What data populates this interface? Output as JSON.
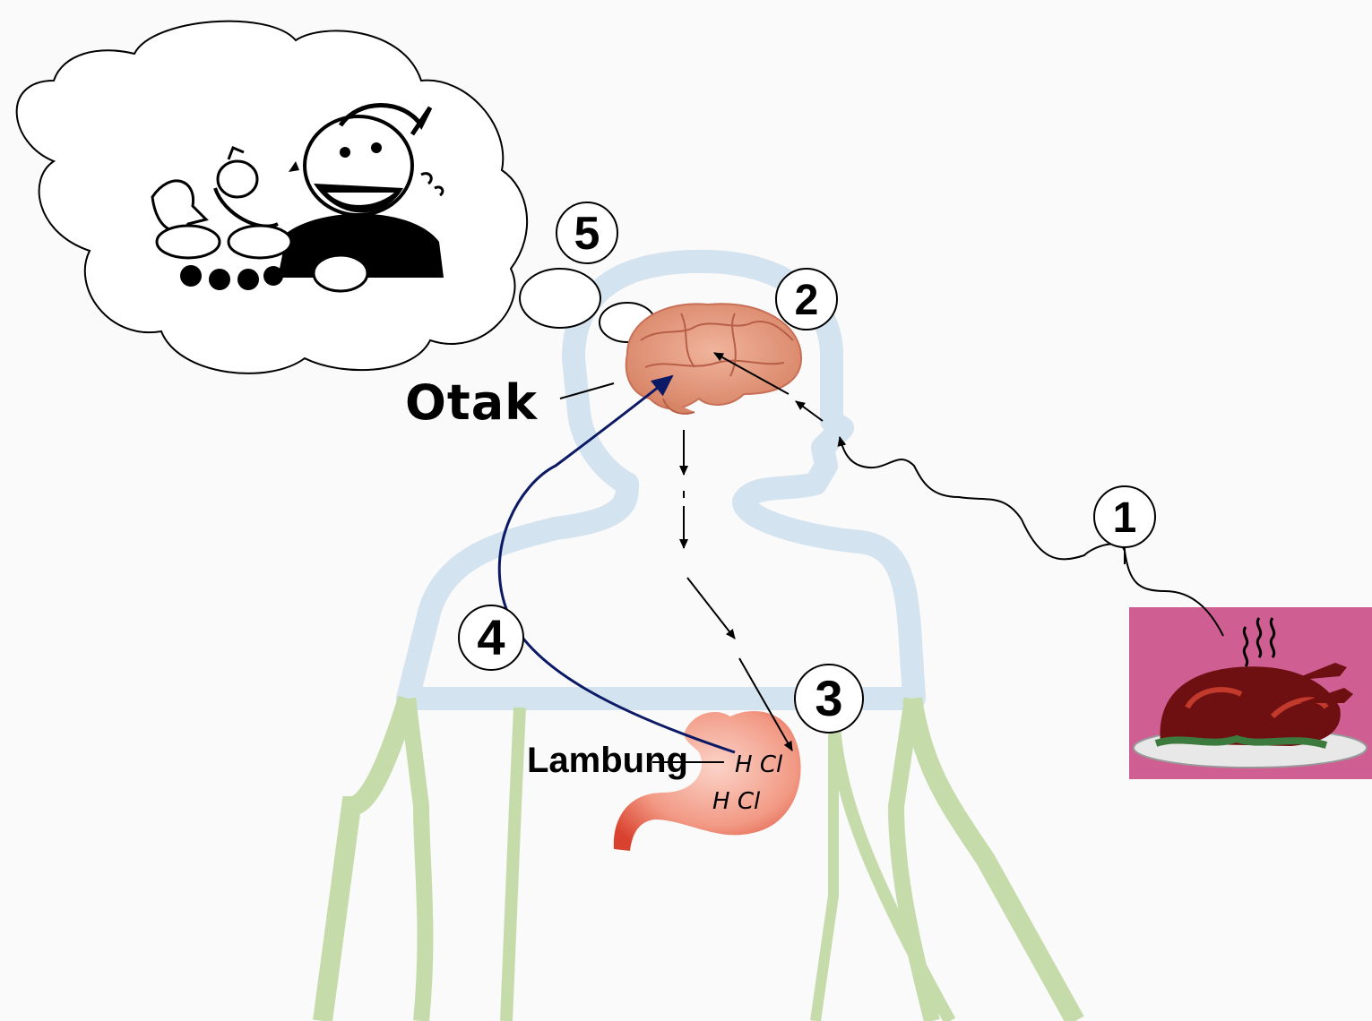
{
  "labels": {
    "brain": "Otak",
    "stomach": "Lambung",
    "acid_1": "H Cl",
    "acid_2": "H Cl"
  },
  "steps": [
    "1",
    "2",
    "3",
    "4",
    "5"
  ],
  "colors": {
    "background": "#fafafa",
    "body_upper": "#d3e3ef",
    "body_lower": "#c5dcaa",
    "brain": "#e39f86",
    "stomach": "#ef8a76",
    "food_bg": "#cf5e92",
    "chicken": "#6e0f12",
    "feedback_arrow": "#0c1a66"
  },
  "icons": {
    "food": "roast-chicken-icon",
    "thought": "hungry-man-with-food-icon"
  }
}
